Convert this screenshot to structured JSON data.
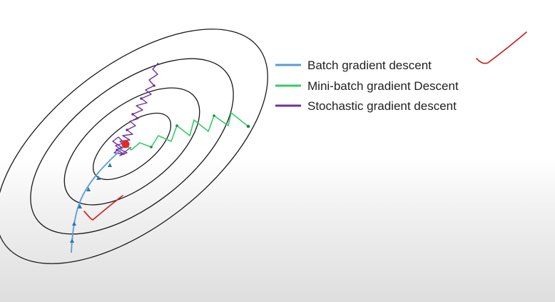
{
  "legend": {
    "items": [
      {
        "label": "Batch gradient descent",
        "color": "#5b9bd5"
      },
      {
        "label": "Mini-batch gradient Descent",
        "color": "#33cc66"
      },
      {
        "label": "Stochastic gradient descent",
        "color": "#7030a0"
      }
    ]
  },
  "colors": {
    "contour": "#1a1a1a",
    "minimum": "#e8281e",
    "annotation": "#cc1a1a"
  },
  "contour_rings": 4,
  "annotations": [
    "checkmark",
    "checkmark"
  ]
}
